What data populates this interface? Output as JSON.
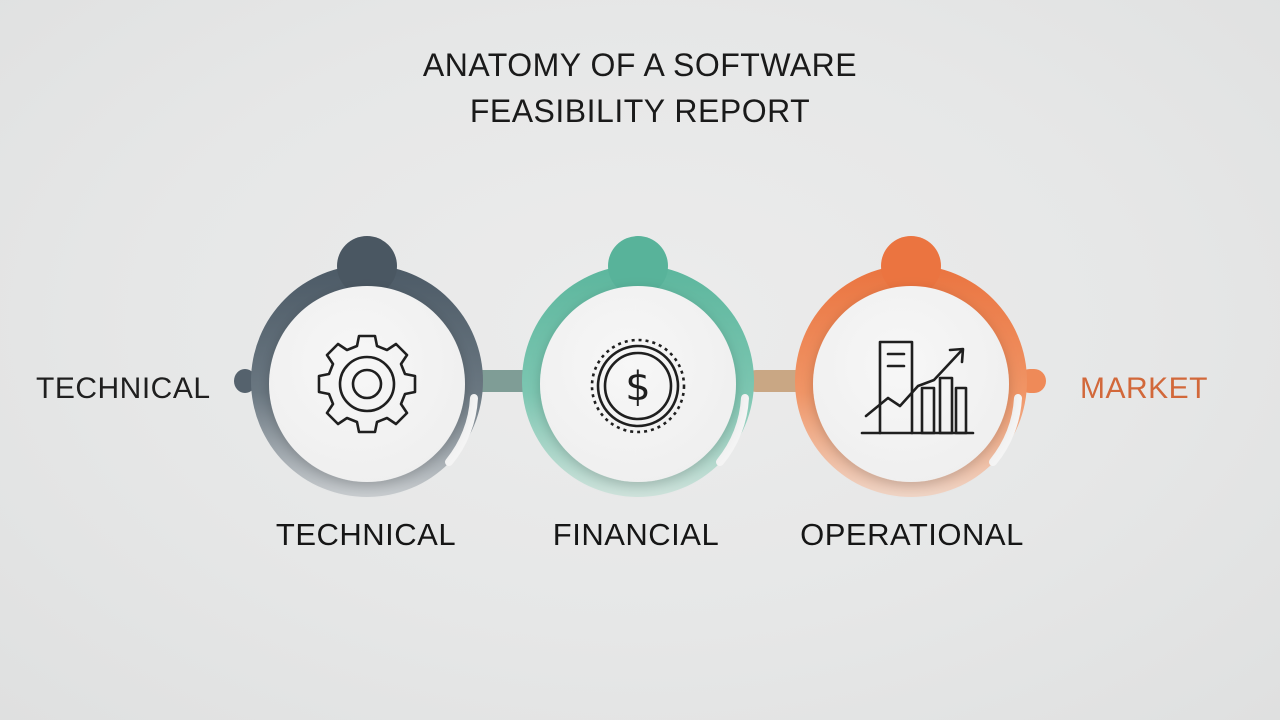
{
  "title": {
    "line1": "ANATOMY OF A SOFTWARE",
    "line2": "FEASIBILITY REPORT"
  },
  "side_labels": {
    "left": "TECHNICAL",
    "right": "MARKET"
  },
  "pillars": [
    {
      "label": "TECHNICAL",
      "icon": "gear-icon",
      "color": "#4f5d68"
    },
    {
      "label": "FINANCIAL",
      "icon": "dollar-coin-icon",
      "color": "#5fb8a0"
    },
    {
      "label": "OPERATIONAL",
      "icon": "growth-chart-icon",
      "color": "#ec7a45"
    }
  ],
  "colors": {
    "slate": "#4f5d68",
    "teal": "#5fb8a0",
    "orange": "#ec7a45",
    "market_text": "#d2683a",
    "background": "#e6e7e7"
  }
}
